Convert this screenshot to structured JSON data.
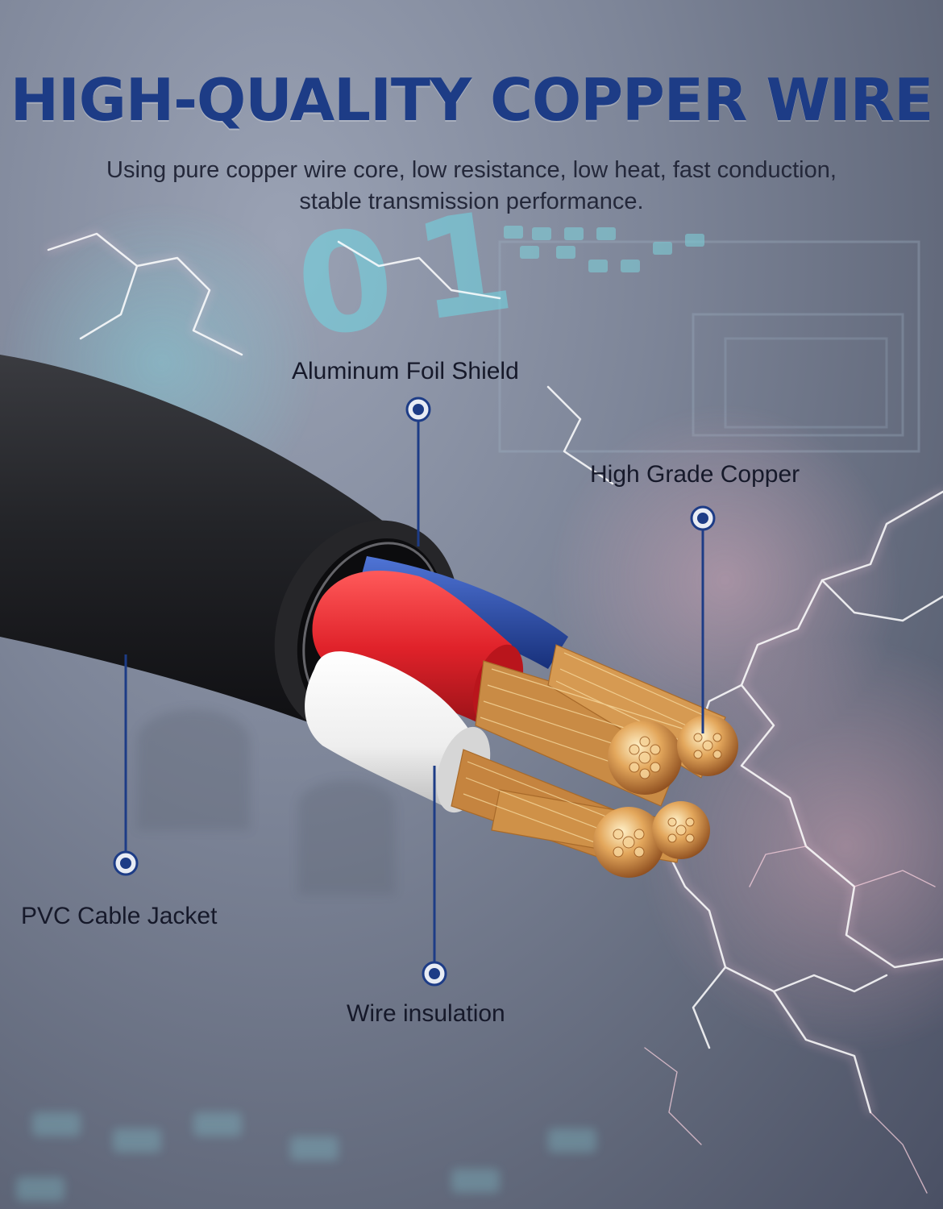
{
  "header": {
    "title": "HIGH-QUALITY COPPER WIRE",
    "subtitle": "Using pure copper wire core, low resistance, low heat, fast conduction, stable transmission performance."
  },
  "background": {
    "digits": "01"
  },
  "callouts": {
    "foil": "Aluminum Foil Shield",
    "copper": "High Grade Copper",
    "jacket": "PVC Cable Jacket",
    "insulation": "Wire insulation"
  },
  "colors": {
    "headline": "#1d3c86",
    "marker": "#1d3c86",
    "jacket": "#1b1b1d",
    "red_insulation": "#e0222a",
    "blue_insulation": "#1f3f9c",
    "white_insulation": "#f2f2f2",
    "copper": "#d99a52"
  }
}
